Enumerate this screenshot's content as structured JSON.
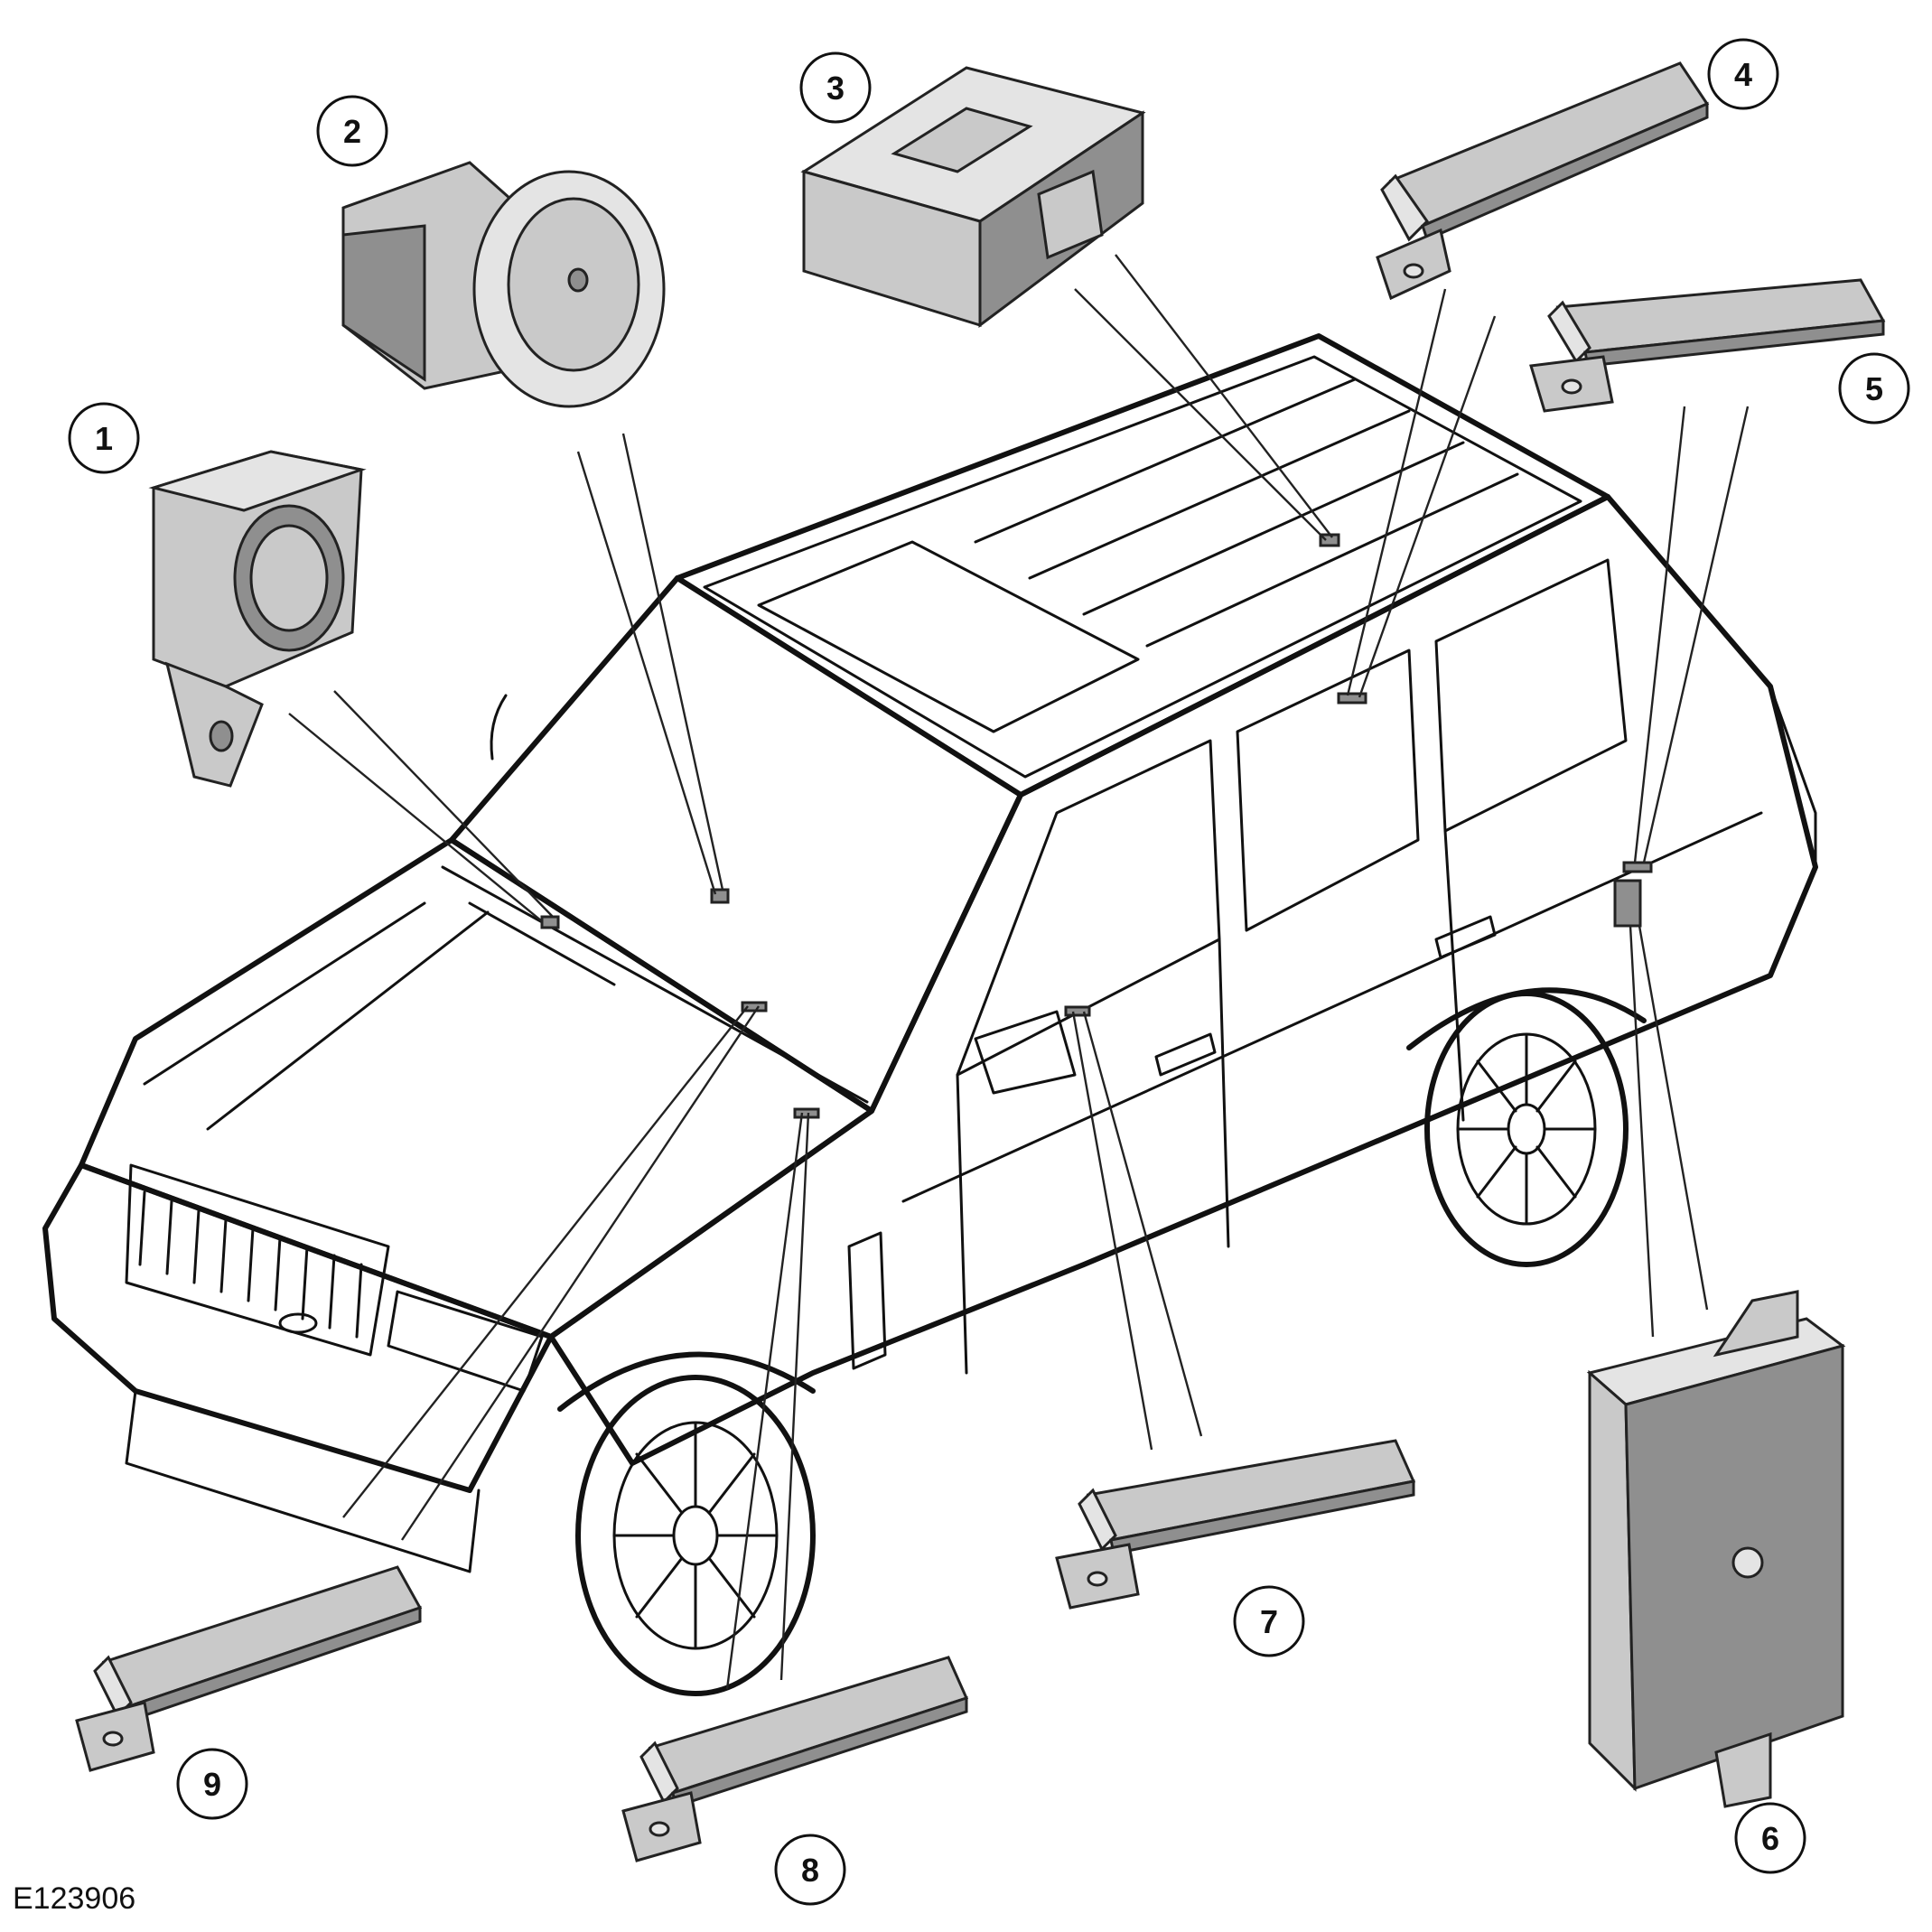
{
  "figure_id": "E123906",
  "callouts": [
    {
      "number": "1",
      "icon": "antenna-module-icon"
    },
    {
      "number": "2",
      "icon": "start-stop-button-icon"
    },
    {
      "number": "3",
      "icon": "keyless-receiver-module-icon"
    },
    {
      "number": "4",
      "icon": "keyless-antenna-icon"
    },
    {
      "number": "5",
      "icon": "keyless-antenna-icon"
    },
    {
      "number": "6",
      "icon": "keyless-vehicle-module-icon"
    },
    {
      "number": "7",
      "icon": "keyless-antenna-icon"
    },
    {
      "number": "8",
      "icon": "keyless-antenna-icon"
    },
    {
      "number": "9",
      "icon": "keyless-antenna-icon"
    }
  ],
  "colors": {
    "line": "#111111",
    "part_fill": "#c9c9c9",
    "part_shadow": "#8f8f8f",
    "background": "#ffffff"
  }
}
